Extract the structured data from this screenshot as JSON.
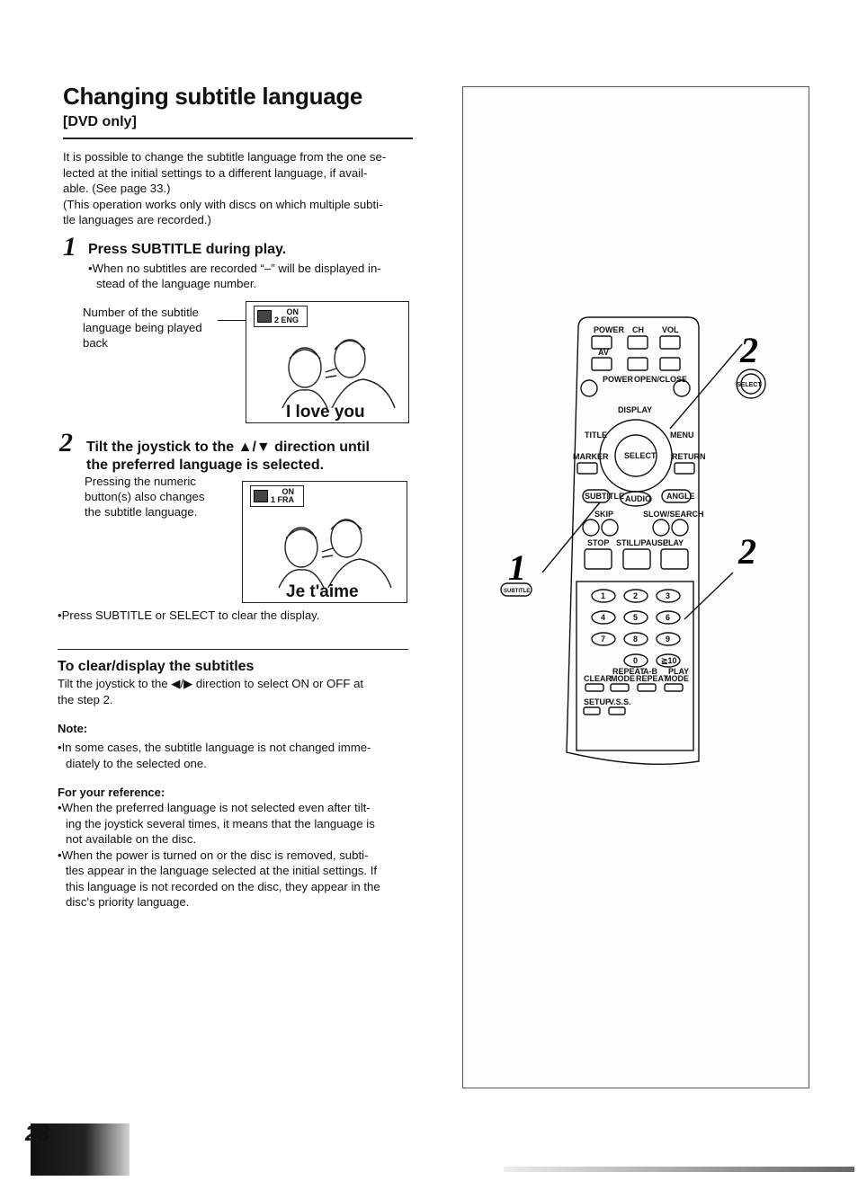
{
  "header": {
    "title": "Changing subtitle language",
    "subtitle": "[DVD only]"
  },
  "intro": {
    "line1": "It is possible to change the subtitle language from the one se-",
    "line2": "lected at the initial settings to a different language, if avail-",
    "line3": "able. (See page 33.)",
    "line4": "(This operation works only with discs on which multiple subti-",
    "line5": "tle languages are recorded.)"
  },
  "step1": {
    "number": "1",
    "heading": "Press SUBTITLE during play.",
    "bullet_line1": "•When no subtitles are recorded “–” will be displayed in-",
    "bullet_line2": "stead of the language number.",
    "callout_line1": "Number of the subtitle",
    "callout_line2": "language being played",
    "callout_line3": "back",
    "osd_on": "ON",
    "osd_lang": "2 ENG",
    "caption": "I love you"
  },
  "step2": {
    "number": "2",
    "heading_line1": "Tilt the joystick to the ▲/▼ direction until",
    "heading_line2": "the preferred language is selected.",
    "note_line1": "Pressing the numeric",
    "note_line2": "button(s) also changes",
    "note_line3": "the subtitle language.",
    "osd_on": "ON",
    "osd_lang": "1 FRA",
    "caption": "Je t'aime",
    "bullet": "•Press SUBTITLE or SELECT to clear the display."
  },
  "clear_section": {
    "heading": "To clear/display the subtitles",
    "line1": "Tilt the joystick to the ◀/▶ direction to select ON or OFF at",
    "line2": "the step 2."
  },
  "note": {
    "heading": "Note:",
    "line1": "•In some cases, the subtitle language is not changed imme-",
    "line2": "diately to the selected one."
  },
  "reference": {
    "heading": "For your reference:",
    "b1_line1": "•When the preferred language is not selected even after tilt-",
    "b1_line2": "ing the joystick several times, it means that the language is",
    "b1_line3": "not available on the disc.",
    "b2_line1": "•When the power is turned on or the disc is removed, subti-",
    "b2_line2": "tles appear in the language selected at the initial settings. If",
    "b2_line3": "this language is not recorded on the disc, they appear in the",
    "b2_line4": "disc's priority language."
  },
  "remote": {
    "power": "POWER",
    "ch": "CH",
    "vol": "VOL",
    "av": "AV",
    "power_disc": "POWER",
    "open_close": "OPEN/CLOSE",
    "display": "DISPLAY",
    "title": "TITLE",
    "menu": "MENU",
    "select": "SELECT",
    "marker": "MARKER",
    "return": "RETURN",
    "subtitle": "SUBTITLE",
    "audio": "AUDIO",
    "angle": "ANGLE",
    "skip": "SKIP",
    "slow_search": "SLOW/SEARCH",
    "stop": "STOP",
    "still_pause": "STILL/PAUSE",
    "play": "PLAY",
    "num1": "1",
    "num2": "2",
    "num3": "3",
    "num4": "4",
    "num5": "5",
    "num6": "6",
    "num7": "7",
    "num8": "8",
    "num9": "9",
    "num0": "0",
    "num10": "≧10",
    "clear": "CLEAR",
    "repeat_mode": "MODE",
    "repeat_label": "REPEAT",
    "ab_repeat": "REPEAT",
    "ab_label": "A-B",
    "play_mode": "MODE",
    "play_label": "PLAY",
    "setup": "SETUP",
    "vss": "V.S.S.",
    "callout_2a": "2",
    "callout_2b": "2",
    "callout_1": "1",
    "callout_select": "SELECT",
    "callout_subtitle": "SUBTITLE"
  },
  "page_number": "28"
}
